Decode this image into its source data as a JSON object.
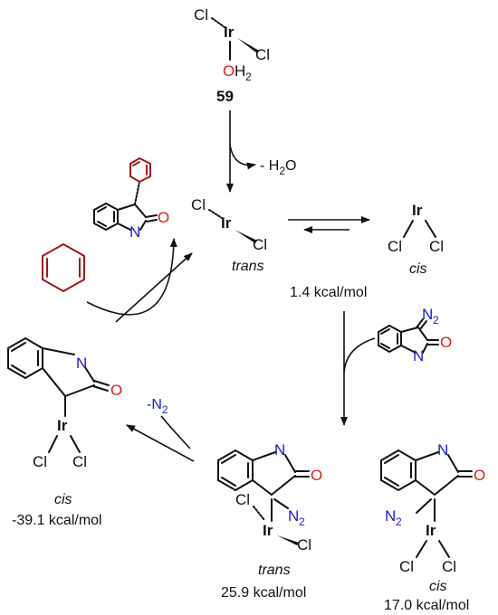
{
  "atoms": {
    "cl": "Cl",
    "ir": "Ir",
    "o": "O",
    "h2": "H",
    "n": "N",
    "two": "2"
  },
  "compound_number": "59",
  "water_loss": {
    "prefix": "- H",
    "sub": "2",
    "suffix": "O"
  },
  "n2_loss": {
    "prefix": "-N",
    "sub": "2"
  },
  "colors": {
    "heteroatom_red": "#e01a1a",
    "nitrogen_blue": "#1a1ad6",
    "diene_red": "#a01818"
  },
  "labels": {
    "trans_top": "trans",
    "cis_top": "cis",
    "energy_1": "1.4 kcal/mol",
    "trans_bottom": "trans",
    "energy_trans": "25.9 kcal/mol",
    "cis_bottom": "cis",
    "energy_cis": "17.0 kcal/mol",
    "cis_left": "cis",
    "energy_left": "-39.1 kcal/mol"
  }
}
